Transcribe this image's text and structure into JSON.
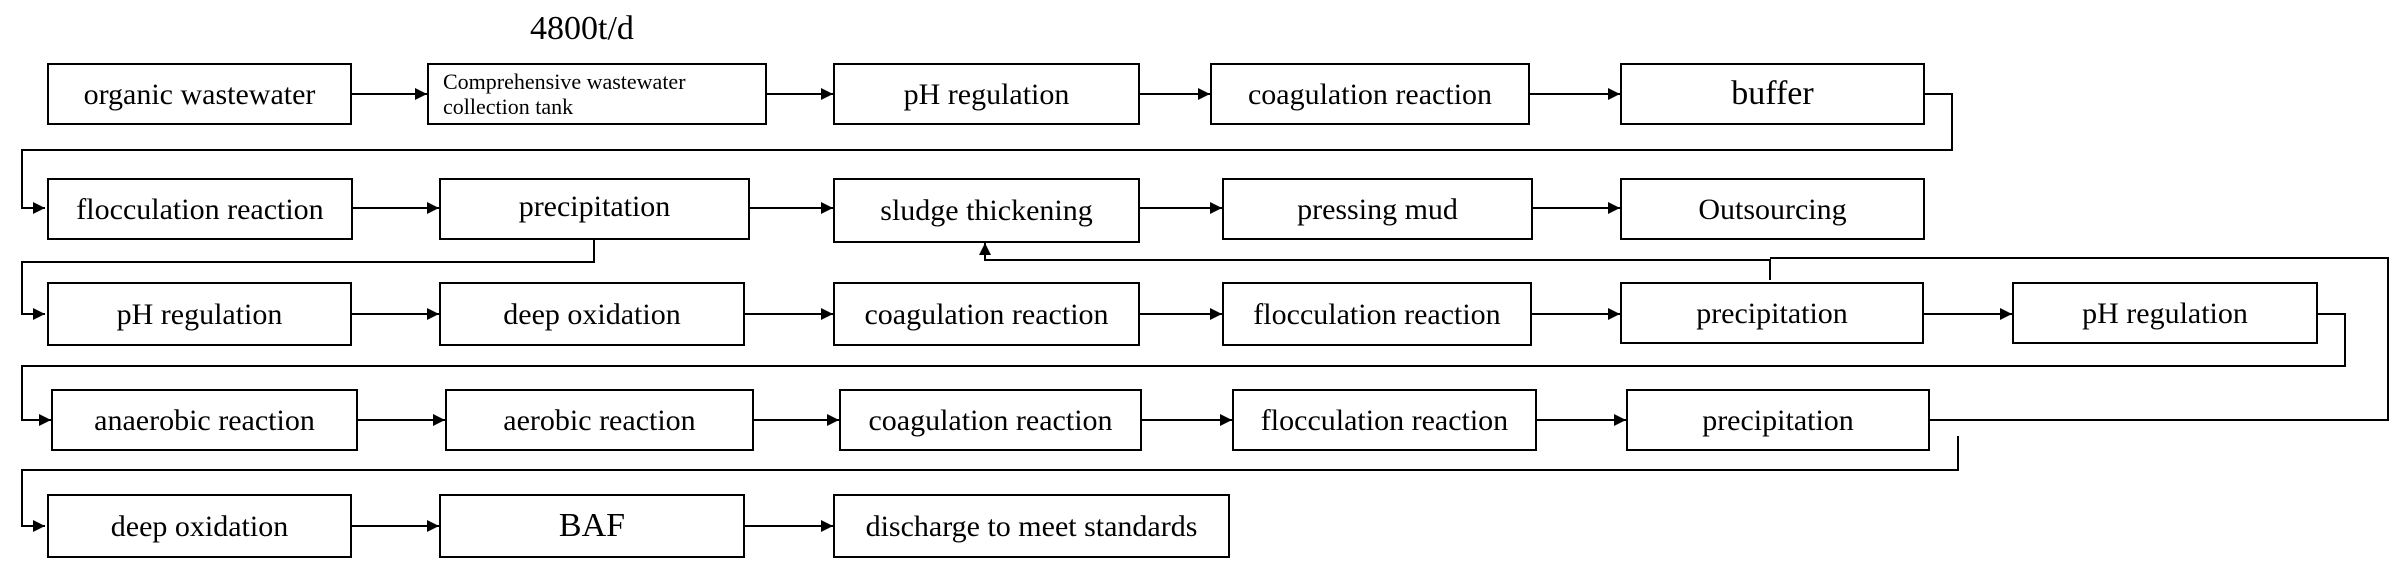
{
  "capacity_label": "4800t/d",
  "row1": {
    "organic_wastewater": "organic wastewater",
    "collection_tank": "Comprehensive wastewater collection tank",
    "ph_regulation": "pH regulation",
    "coagulation_reaction": "coagulation reaction",
    "buffer": "buffer"
  },
  "row2": {
    "flocculation_reaction": "flocculation reaction",
    "precipitation": "precipitation",
    "sludge_thickening": "sludge thickening",
    "pressing_mud": "pressing mud",
    "outsourcing": "Outsourcing"
  },
  "row3": {
    "ph_regulation": "pH regulation",
    "deep_oxidation": "deep oxidation",
    "coagulation_reaction": "coagulation reaction",
    "flocculation_reaction": "flocculation reaction",
    "precipitation": "precipitation",
    "ph_regulation_2": "pH regulation"
  },
  "row4": {
    "anaerobic_reaction": "anaerobic reaction",
    "aerobic_reaction": "aerobic reaction",
    "coagulation_reaction": "coagulation reaction",
    "flocculation_reaction": "flocculation reaction",
    "precipitation": "precipitation"
  },
  "row5": {
    "deep_oxidation": "deep oxidation",
    "baf": "BAF",
    "discharge": "discharge to meet standards"
  }
}
